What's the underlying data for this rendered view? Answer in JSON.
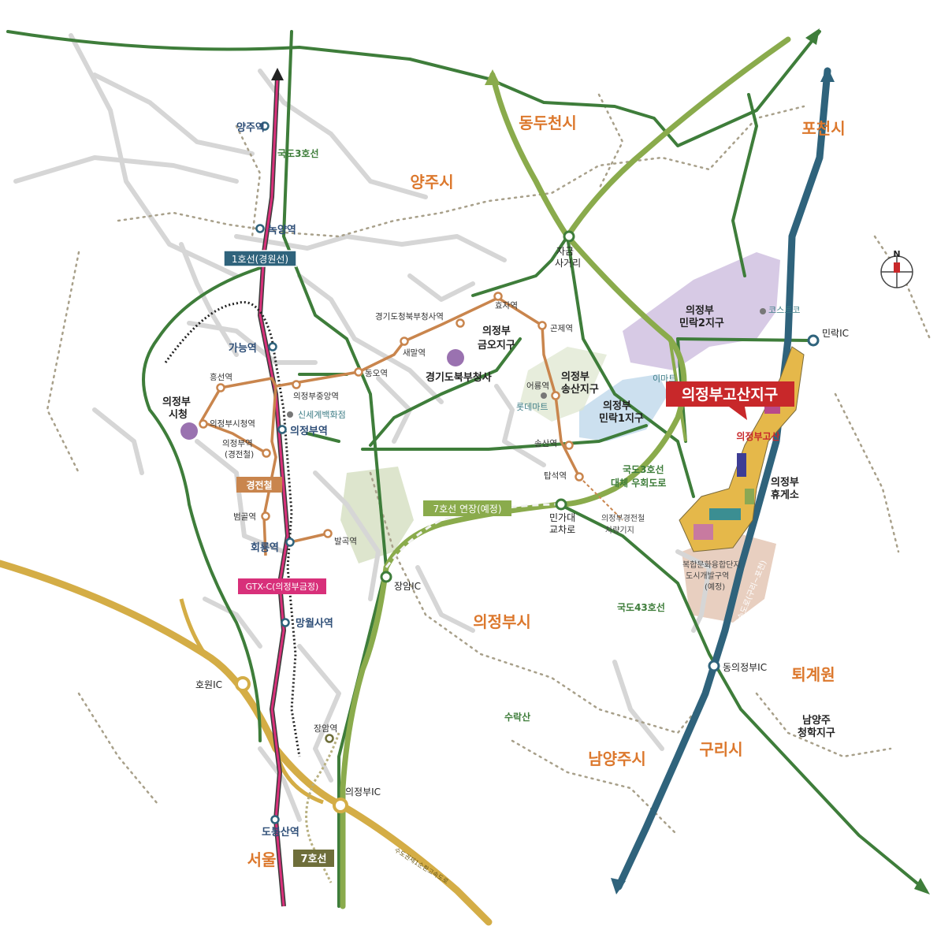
{
  "colors": {
    "background": "#ffffff",
    "minor_road": "#d6d6d6",
    "highway": "#3e7d3a",
    "expressway_light": "#8aab4c",
    "capital_ring": "#d4ad46",
    "expressway_blue": "#2f637c",
    "line1": "#d8307a",
    "line_orange": "#c9854d",
    "boundary": "#a8a08a",
    "district_purple": "#c9b8dc",
    "district_blue": "#c3dbec",
    "park": "#dde5cd",
    "cluster_pink": "#e8cfc0",
    "title_red": "#c8282a",
    "region_text": "#dc782d",
    "station_text": "#2f4f78",
    "road_text": "#3e7d3a"
  },
  "icons": {
    "north": "compass-north-icon",
    "station": "station-circle-icon",
    "interchange": "interchange-icon",
    "landmark": "purple-dot-icon",
    "poi": "gray-dot-icon"
  },
  "regions": {
    "dongducheon": "동두천시",
    "pocheon": "포천시",
    "yangju": "양주시",
    "uijeongbu": "의정부시",
    "toegyewon": "퇴계원",
    "namyangju": "남양주시",
    "guri": "구리시",
    "seoul": "서울"
  },
  "title": {
    "main": "의정부고산지구",
    "sub": "의정부고산"
  },
  "line1_stations": {
    "yangju": "양주역",
    "nogyang": "녹양역",
    "ganeung": "가능역",
    "uijeongbu": "의정부역",
    "hoeryong": "회룡역",
    "mangwolsa": "망월사역",
    "dobongsan": "도봉산역",
    "jangam": "장암역"
  },
  "light_rail": {
    "heungseon": "흥선역",
    "city_hall": "의정부시청역",
    "jungang": "의정부중앙역",
    "uijeongbu_lrt": "의정부역\n(경전철)",
    "beomgol": "범골역",
    "balgok": "발곡역",
    "dongo": "동오역",
    "saemal": "새말역",
    "provincial_office": "경기도청북부청사역",
    "hyoja": "효자역",
    "gonje": "곤제역",
    "eoryong": "어룡역",
    "songsan": "송산역",
    "tapseok": "탑석역"
  },
  "badges": {
    "line1": "1호선(경원선)",
    "lrt": "경전철",
    "gtx": "GTX-C(의정부금정)",
    "line7": "7호선",
    "line7_ext": "7호선 연장(예정)"
  },
  "roads": {
    "route3": "국도3호선",
    "route3_bypass": "국도3호선\n대체 우회도로",
    "route43": "국도43호선",
    "ring_exp": "수도권제1순환고속도로",
    "seoul_pocheon_exp": "세종포천고속도로(구리~포천)"
  },
  "interchanges": {
    "hoewon": "호원IC",
    "jangam": "장암IC",
    "uijeongbu": "의정부IC",
    "minrak": "민락IC",
    "dong_uijeongbu": "동의정부IC",
    "jageum": "자금\n사거리",
    "mangadae": "민가대\n교차로"
  },
  "places": {
    "city_hall": "의정부\n시청",
    "shinsegae": "신세계백화점",
    "provincial_office": "경기도북부청사",
    "geumo": "의정부\n금오지구",
    "songsan_dist": "의정부\n송산지구",
    "lotte": "롯데마트",
    "minrak1": "의정부\n민락1지구",
    "minrak2": "의정부\n민락2지구",
    "costco": "코스트코",
    "emart": "이마트",
    "rest_area": "의정부\n휴게소",
    "depot": "의정부경전철\n차량기지",
    "cultural": "복합문화융합단지\n도시개발구역\n(예정)",
    "suraksan": "수락산",
    "namyangju_byeolnae": "남양주\n청학지구"
  },
  "compass": {
    "label": "N"
  }
}
